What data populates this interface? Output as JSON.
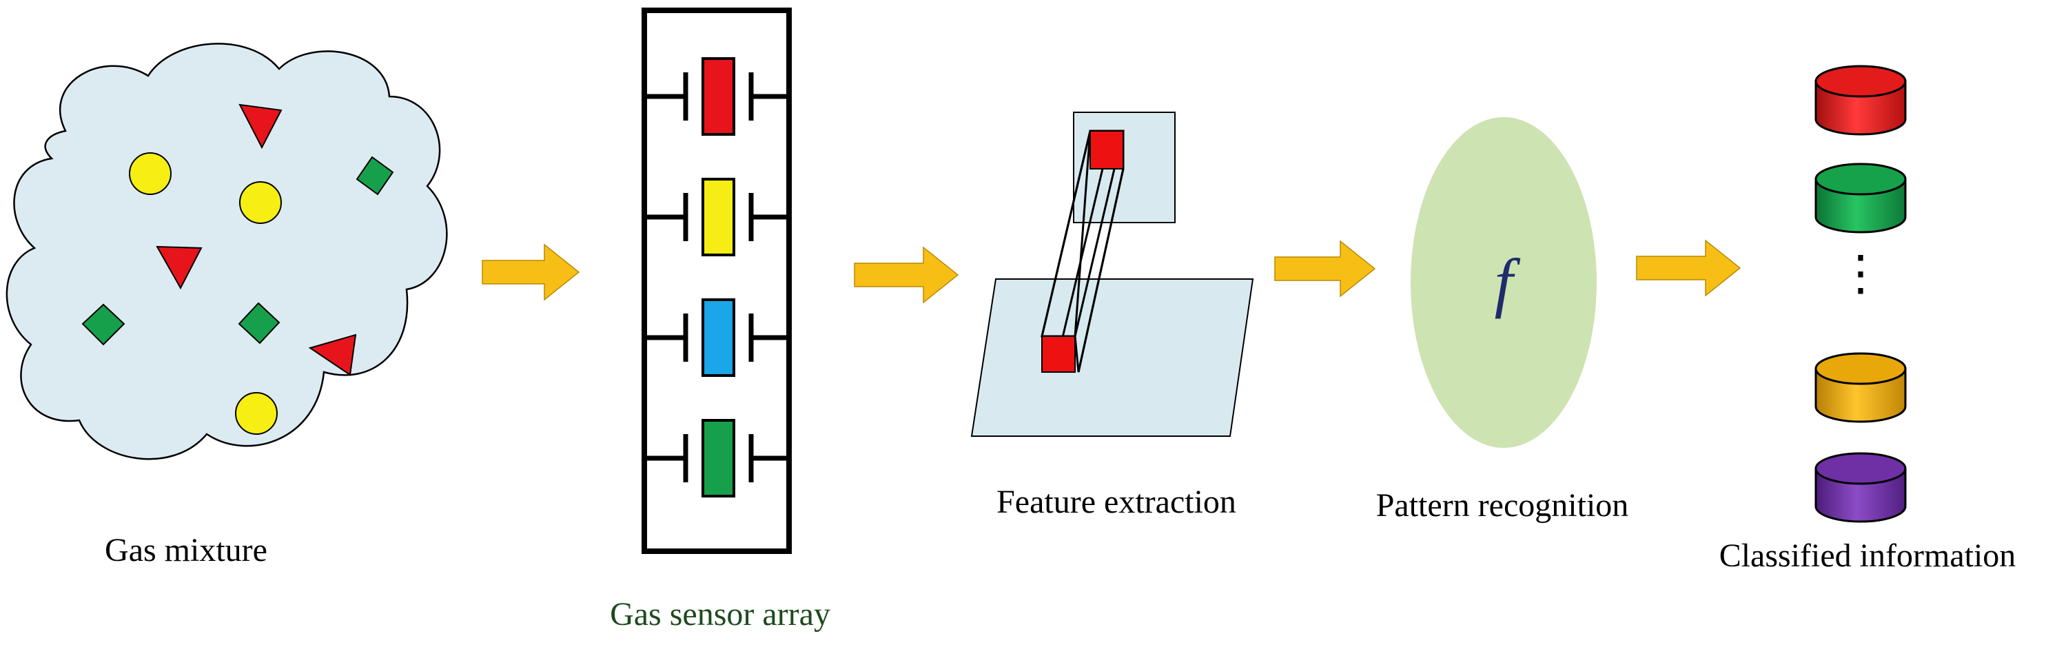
{
  "stages": {
    "gas_mixture": {
      "label": "Gas mixture"
    },
    "sensor_array": {
      "label": "Gas sensor array",
      "sensor_colors": [
        "#e8141b",
        "#f5ed14",
        "#1aa6e8",
        "#17a04c"
      ]
    },
    "feature_extraction": {
      "label": "Feature extraction"
    },
    "pattern_recognition": {
      "label": "Pattern recognition",
      "function_symbol": "f"
    },
    "classified_information": {
      "label": "Classified information",
      "classes": [
        {
          "color": "#e31b1b"
        },
        {
          "color": "#15a24a"
        },
        {
          "color": "#e9a80a"
        },
        {
          "color": "#6f2fa5"
        }
      ],
      "ellipsis": "⋮"
    }
  },
  "colors": {
    "cloud_fill": "#dcebf2",
    "arrow_fill": "#f7bf16",
    "ellipse_fill": "#cde3b2",
    "plane_fill": "#d8eaf0",
    "molecule_circle": "#f7ee14",
    "molecule_triangle": "#e8141b",
    "molecule_diamond": "#17a04c"
  }
}
